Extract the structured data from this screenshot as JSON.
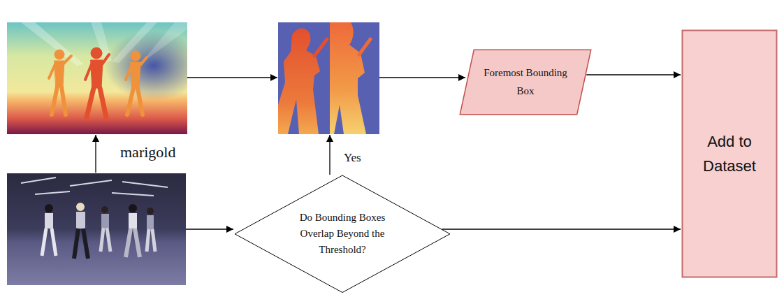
{
  "diagram": {
    "nodes": [
      {
        "text": [
          "Foremost Bounding Box"
        ]
      },
      {
        "text": [
          "Add to Dataset"
        ]
      },
      {
        "text": [
          "Do Bounding Boxes Overlap Beyond the Threshold?"
        ]
      }
    ],
    "edges": [
      {
        "from": 0,
        "to": 1,
        "arrow": "to"
      },
      {
        "from": 2,
        "to": 1,
        "arrow": "to"
      }
    ],
    "labels": [
      "marigold",
      "Yes"
    ]
  }
}
